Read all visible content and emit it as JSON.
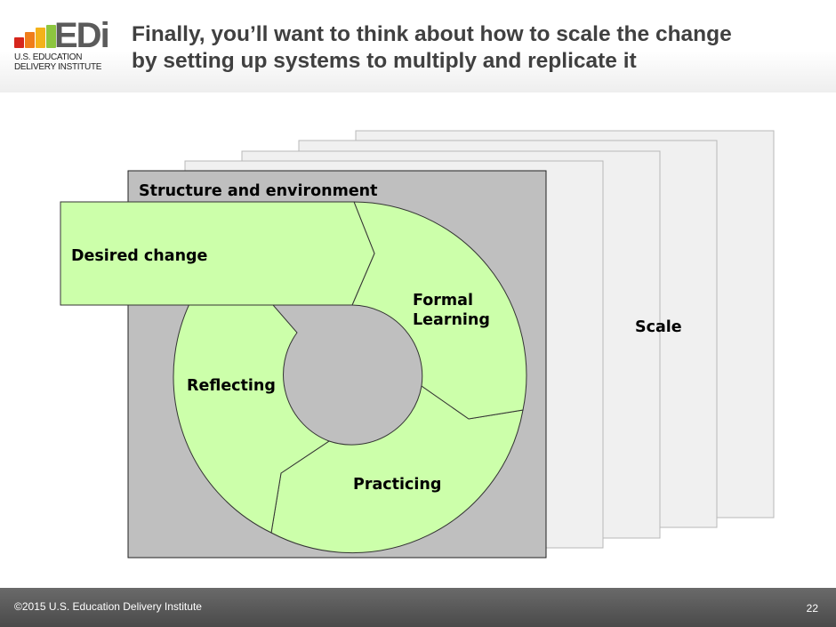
{
  "logo": {
    "mark": "EDi",
    "line1": "U.S. EDUCATION",
    "line2": "DELIVERY INSTITUTE",
    "bar_colors": [
      "#d6261c",
      "#f07d1a",
      "#f4b21a",
      "#8dc63f"
    ]
  },
  "title": {
    "line1": "Finally, you’ll want to think about how to scale the change",
    "line2": "by setting up systems to multiply and replicate it"
  },
  "diagram": {
    "structure_label": "Structure and environment",
    "desired_change_label": "Desired change",
    "scale_label": "Scale",
    "cycle": {
      "formal_line1": "Formal",
      "formal_line2": "Learning",
      "practicing": "Practicing",
      "reflecting": "Reflecting"
    },
    "colors": {
      "ring_fill": "#ccffaa",
      "panel_fill": "#bfbfbf",
      "stack_fill": "#f0f0f0"
    }
  },
  "footer": {
    "copyright": "©2015 U.S. Education  Delivery Institute",
    "page_number": "22"
  }
}
